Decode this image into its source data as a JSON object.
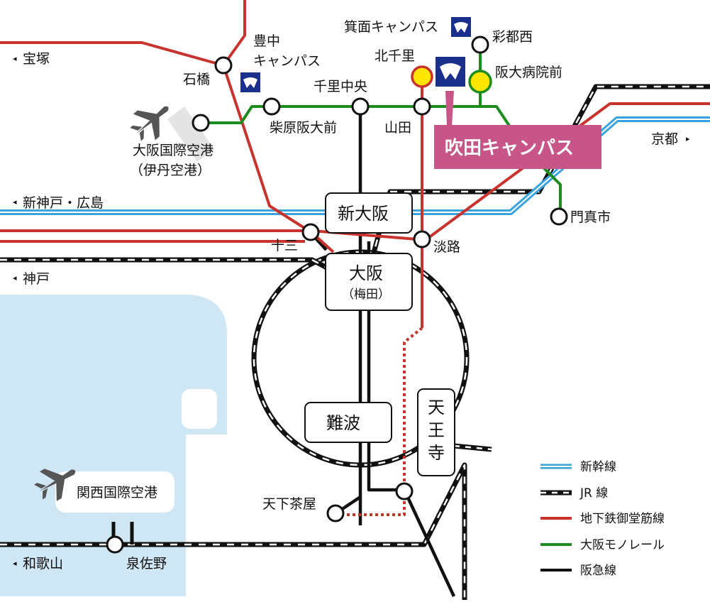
{
  "stations": {
    "minoh_campus": "箕面キャンパス",
    "toyonaka_campus": "豊中\nキャンパス",
    "saito_nishi": "彩都西",
    "kita_senri": "北千里",
    "handai_byoin_mae": "阪大病院前",
    "ishibashi": "石橋",
    "senri_chuo": "千里中央",
    "shibahara": "柴原阪大前",
    "yamada": "山田",
    "itami_airport": "大阪国際空港",
    "itami_airport_sub": "（伊丹空港）",
    "kyoto": "京都",
    "suita_campus": "吹田キャンパス",
    "shin_kobe_hiroshima": "新神戸・広島",
    "shin_osaka": "新大阪",
    "kadoma": "門真市",
    "juso": "十三",
    "awaji": "淡路",
    "kobe": "神戸",
    "osaka": "大阪",
    "umeda": "（梅田）",
    "tennoji": "天王寺",
    "namba": "難波",
    "kansai_airport": "関西国際空港",
    "tengachaya": "天下茶屋",
    "wakayama": "和歌山",
    "izumisano": "泉佐野",
    "takarazuka": "宝塚"
  },
  "legend": {
    "items": [
      {
        "label": "新幹線",
        "type": "shinkansen"
      },
      {
        "label": "JR 線",
        "type": "jr"
      },
      {
        "label": "地下鉄御堂筋線",
        "type": "subway"
      },
      {
        "label": "大阪モノレール",
        "type": "monorail"
      },
      {
        "label": "阪急線",
        "type": "hankyu"
      }
    ]
  },
  "colors": {
    "subway": "#c8332d",
    "monorail": "#1e8b1e",
    "shinkansen": "#3aa3dc",
    "jr": "#111111",
    "hankyu": "#111111",
    "sea": "#cfe6f5",
    "campus_callout": "#c75587",
    "campus_icon": "#1b2f8c",
    "highlight_station": "#ffe600"
  },
  "icons": [
    "osaka-university-icon",
    "airplane-icon"
  ]
}
